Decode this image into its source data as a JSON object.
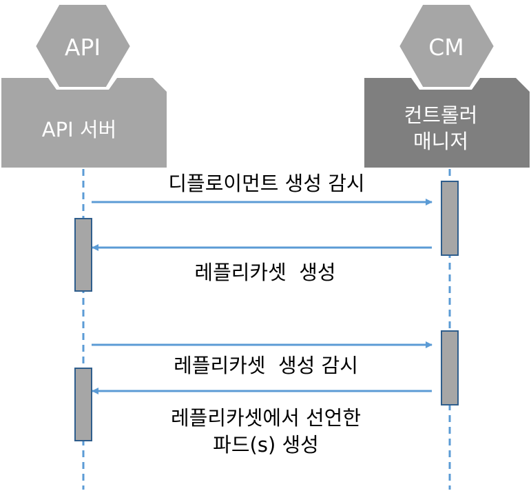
{
  "participants": {
    "api": {
      "badge": "API",
      "box_label": "API 서버"
    },
    "cm": {
      "badge": "CM",
      "box_line1": "컨트롤러",
      "box_line2": "매니저"
    }
  },
  "messages": [
    {
      "text": "디플로이먼트 생성 감시"
    },
    {
      "text": "레플리카셋  생성"
    },
    {
      "text": "레플리카셋  생성 감시"
    },
    {
      "line1": "레플리카셋에서 선언한",
      "line2": "파드(s) 생성"
    }
  ],
  "colors": {
    "badge": "#a6a6a6",
    "api_box": "#a6a6a6",
    "cm_box": "#7f7f7f",
    "lifeline": "#5b9bd5",
    "arrow": "#5b9bd5",
    "activation_fill": "#a6a6a6",
    "activation_stroke": "#2e5d8c",
    "text": "#000000",
    "box_text": "#ffffff"
  }
}
